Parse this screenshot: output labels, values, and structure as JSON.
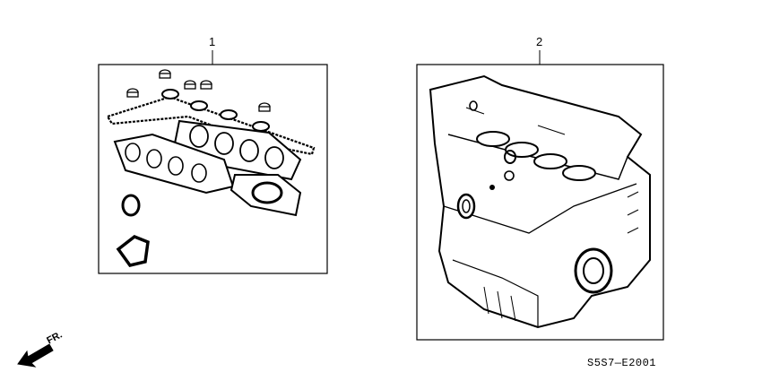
{
  "callouts": {
    "part1": "1",
    "part2": "2"
  },
  "direction": {
    "label": "FR.",
    "icon": "arrow-down-left-icon"
  },
  "diagram_code": "S5S7—E2001"
}
